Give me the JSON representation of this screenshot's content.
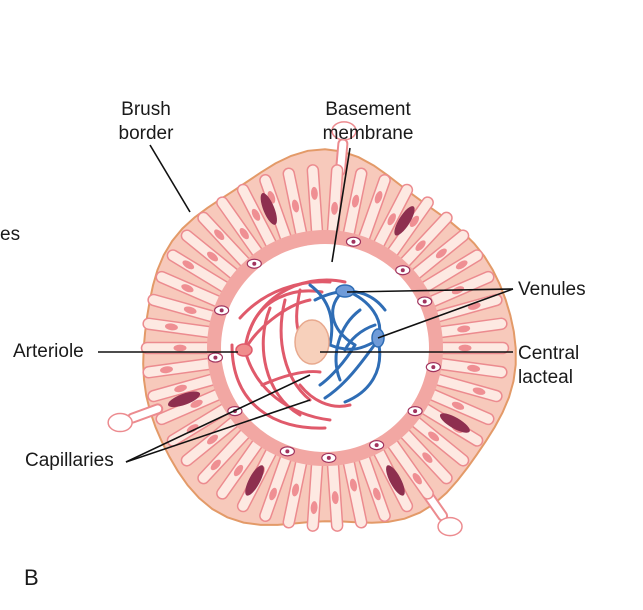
{
  "figure": {
    "panel_letter": "B",
    "cropped_label_fragment": "es",
    "labels": {
      "brush_border": [
        "Brush",
        "border"
      ],
      "basement_membrane": [
        "Basement",
        "membrane"
      ],
      "venules": "Venules",
      "arteriole": "Arteriole",
      "central_lacteal": [
        "Central",
        "lacteal"
      ],
      "capillaries": "Capillaries"
    }
  },
  "colors": {
    "outer_border": "#e39a68",
    "epithelium_fill": "#f7c9bb",
    "cell_fill": "#fde9e2",
    "cell_outline": "#ec8b8f",
    "nucleus": "#ef8f93",
    "basement": "#f2a7a3",
    "lamina": "#ffffff",
    "artery": "#e05a6b",
    "vein": "#2f6db5",
    "vein_fill": "#6f9bd8",
    "lacteal": "#f7d0bb",
    "goblet": "#8e2f4f",
    "leader": "#111111"
  }
}
